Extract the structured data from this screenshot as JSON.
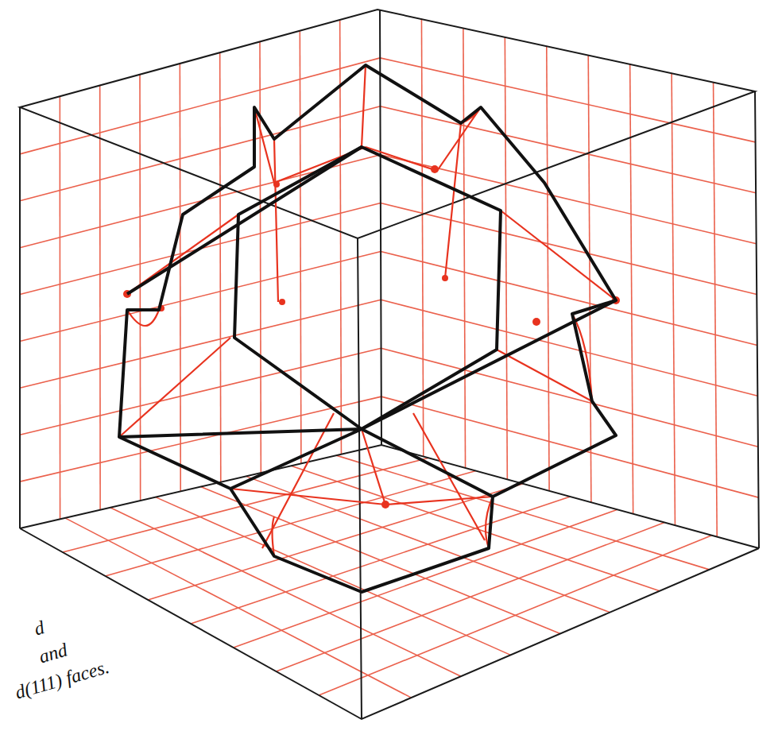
{
  "diagram": {
    "labels": [
      "d",
      "and",
      "d(111) faces."
    ]
  }
}
